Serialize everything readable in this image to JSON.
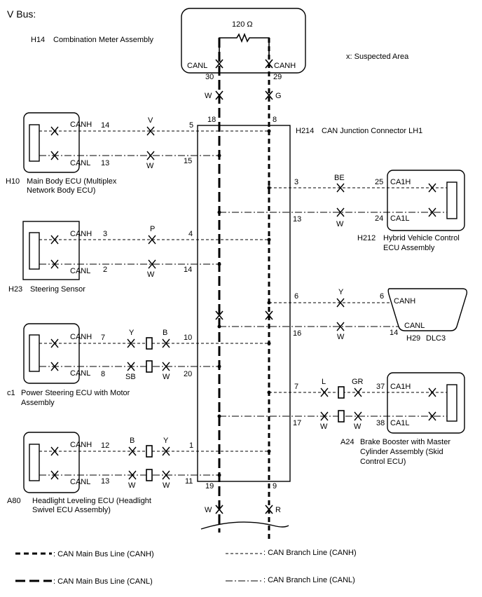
{
  "title": "V Bus:",
  "suspected_area": "x: Suspected Area",
  "meter": {
    "code": "H14",
    "name": "Combination Meter Assembly",
    "resistor": "120 Ω",
    "canl": "CANL",
    "canh": "CANH",
    "pin_l": "30",
    "pin_h": "29",
    "wire_l": "W",
    "wire_h": "G"
  },
  "junction": {
    "code": "H214",
    "name": "CAN Junction Connector LH1",
    "pin_top_l": "18",
    "pin_top_h": "8",
    "pin_bot_l": "19",
    "pin_bot_h": "9",
    "wire_bot_l": "W",
    "wire_bot_h": "R"
  },
  "ecus": {
    "h10": {
      "code": "H10",
      "name1": "Main Body ECU (Multiplex",
      "name2": "Network Body ECU)",
      "canh": "CANH",
      "canl": "CANL",
      "pin_h": "14",
      "pin_l": "13",
      "wire_h": "V",
      "wire_l": "W",
      "jpin_h": "5",
      "jpin_l": "15"
    },
    "h23": {
      "code": "H23",
      "name1": "Steering Sensor",
      "canh": "CANH",
      "canl": "CANL",
      "pin_h": "3",
      "pin_l": "2",
      "wire_h": "P",
      "wire_l": "W",
      "jpin_h": "4",
      "jpin_l": "14"
    },
    "c1": {
      "code": "c1",
      "name1": "Power Steering ECU with Motor",
      "name2": "Assembly",
      "canh": "CANH",
      "canl": "CANL",
      "pin_h": "7",
      "pin_l": "8",
      "wire_h1": "Y",
      "wire_h2": "B",
      "wire_l1": "SB",
      "wire_l2": "W",
      "jpin_h": "10",
      "jpin_l": "20"
    },
    "a80": {
      "code": "A80",
      "name1": "Headlight Leveling ECU (Headlight",
      "name2": "Swivel ECU Assembly)",
      "canh": "CANH",
      "canl": "CANL",
      "pin_h": "12",
      "pin_l": "13",
      "wire_h1": "B",
      "wire_h2": "Y",
      "wire_l1": "W",
      "wire_l2": "W",
      "jpin_h": "1",
      "jpin_l": "11"
    },
    "h212": {
      "code": "H212",
      "name1": "Hybrid Vehicle Control",
      "name2": "ECU Assembly",
      "canh": "CA1H",
      "canl": "CA1L",
      "pin_h": "25",
      "pin_l": "24",
      "wire_h": "BE",
      "wire_l": "W",
      "jpin_h": "3",
      "jpin_l": "13"
    },
    "h29": {
      "code": "H29",
      "name1": "DLC3",
      "canh": "CANH",
      "canl": "CANL",
      "pin_h": "6",
      "pin_l": "14",
      "wire_h": "Y",
      "wire_l": "W",
      "jpin_h": "6",
      "jpin_l": "16"
    },
    "a24": {
      "code": "A24",
      "name1": "Brake Booster with Master",
      "name2": "Cylinder Assembly (Skid",
      "name3": "Control ECU)",
      "canh": "CA1H",
      "canl": "CA1L",
      "pin_h": "37",
      "pin_l": "38",
      "wire_h1": "L",
      "wire_h2": "GR",
      "wire_l1": "W",
      "wire_l2": "W",
      "jpin_h": "7",
      "jpin_l": "17"
    }
  },
  "legend": {
    "main_canh": ": CAN Main Bus Line (CANH)",
    "main_canl": ": CAN Main Bus Line (CANL)",
    "branch_canh": ": CAN Branch Line (CANH)",
    "branch_canl": ": CAN Branch Line (CANL)"
  }
}
